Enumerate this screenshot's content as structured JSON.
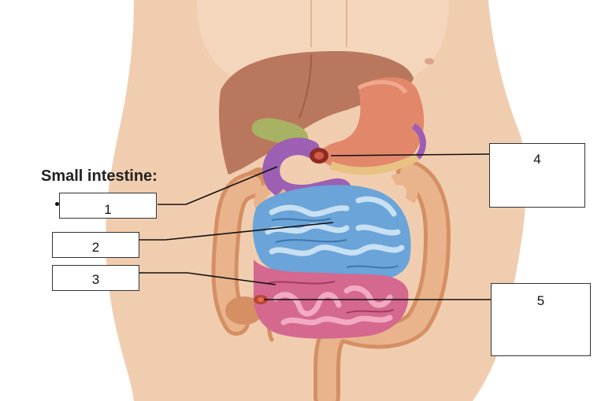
{
  "heading": "Small intestine:",
  "labels": {
    "l1": "1",
    "l2": "2",
    "l3": "3",
    "l4": "4",
    "l5": "5"
  },
  "colors": {
    "skin": "#f1cdb0",
    "liver": "#b9775d",
    "gallbladder": "#a7b262",
    "stomach": "#e2876a",
    "duodenum": "#9c5fb3",
    "jejunum": "#6aa4d8",
    "ileum": "#d4688f",
    "large_intestine": "#e0a37a"
  }
}
